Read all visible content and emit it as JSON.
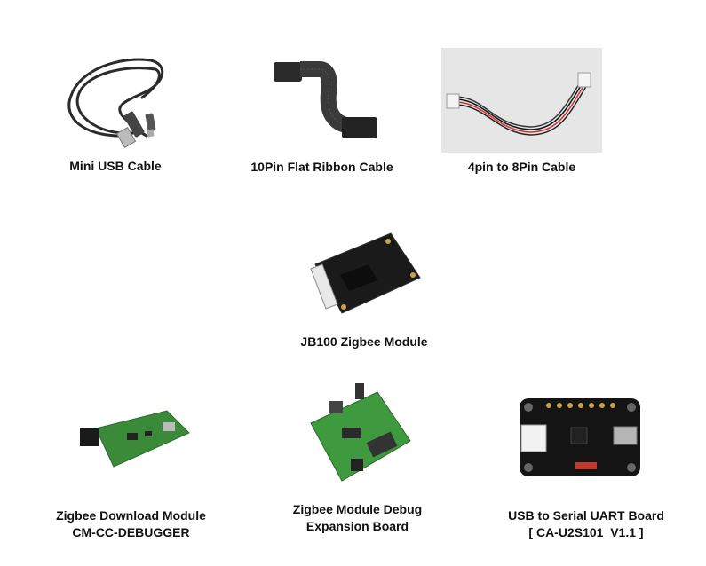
{
  "products": [
    {
      "id": "mini-usb-cable",
      "caption_lines": [
        "Mini USB Cable"
      ],
      "icon": "usb-cable-icon"
    },
    {
      "id": "ribbon-cable",
      "caption_lines": [
        "10Pin Flat Ribbon Cable"
      ],
      "icon": "ribbon-cable-icon"
    },
    {
      "id": "pin-cable",
      "caption_lines": [
        "4pin to 8Pin Cable"
      ],
      "icon": "wire-cable-icon"
    },
    {
      "id": "zigbee-module",
      "caption_lines": [
        "JB100 Zigbee Module"
      ],
      "icon": "zigbee-module-icon"
    },
    {
      "id": "download-module",
      "caption_lines": [
        "Zigbee Download  Module",
        "CM-CC-DEBUGGER"
      ],
      "icon": "debugger-board-icon"
    },
    {
      "id": "expansion-board",
      "caption_lines": [
        "Zigbee Module Debug",
        "Expansion Board"
      ],
      "icon": "expansion-board-icon"
    },
    {
      "id": "uart-board",
      "caption_lines": [
        "USB to Serial UART Board",
        "[ CA-U2S101_V1.1 ]"
      ],
      "icon": "uart-board-icon"
    }
  ],
  "colors": {
    "cable": "#2b2b2b",
    "pcb_black": "#1a1a1a",
    "pcb_green": "#3a8a3a",
    "photo_bg": "#e6e6e6"
  }
}
